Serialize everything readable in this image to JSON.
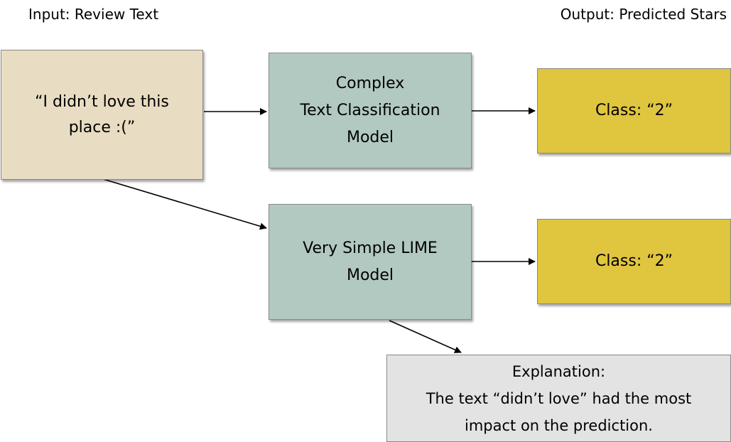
{
  "headings": {
    "input": "Input: Review Text",
    "output": "Output: Predicted Stars"
  },
  "input_box": {
    "lines": [
      "“I didn’t love this",
      "place :(”"
    ]
  },
  "complex_model": {
    "lines": [
      "Complex",
      "Text Classification",
      "Model"
    ]
  },
  "complex_output": {
    "label": "Class: “2”"
  },
  "lime_model": {
    "lines": [
      "Very Simple LIME",
      "Model"
    ]
  },
  "lime_output": {
    "label": "Class: “2”"
  },
  "explanation": {
    "lines": [
      "Explanation:",
      "The text “didn’t love” had the most",
      "impact on the prediction."
    ]
  },
  "colors": {
    "input_fill": "#e8dcc2",
    "model_fill": "#b2c9c1",
    "output_fill": "#e0c53f",
    "explanation_fill": "#e3e3e3"
  }
}
